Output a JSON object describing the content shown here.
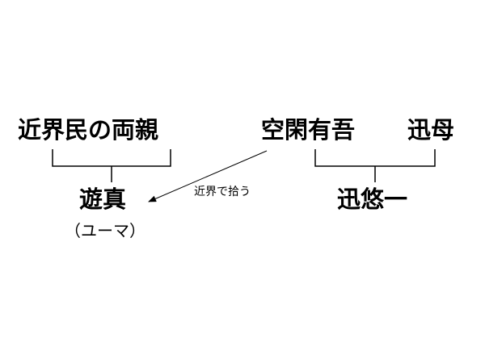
{
  "diagram": {
    "nodes": {
      "kinkai_parents": "近界民の両親",
      "kuga_yugo": "空閑有吾",
      "jin_mother": "迅母",
      "yuma": "遊真",
      "yuma_reading": "（ユーマ）",
      "jin_yuichi": "迅悠一"
    },
    "edges": {
      "pickup_label": "近界で拾う"
    }
  }
}
